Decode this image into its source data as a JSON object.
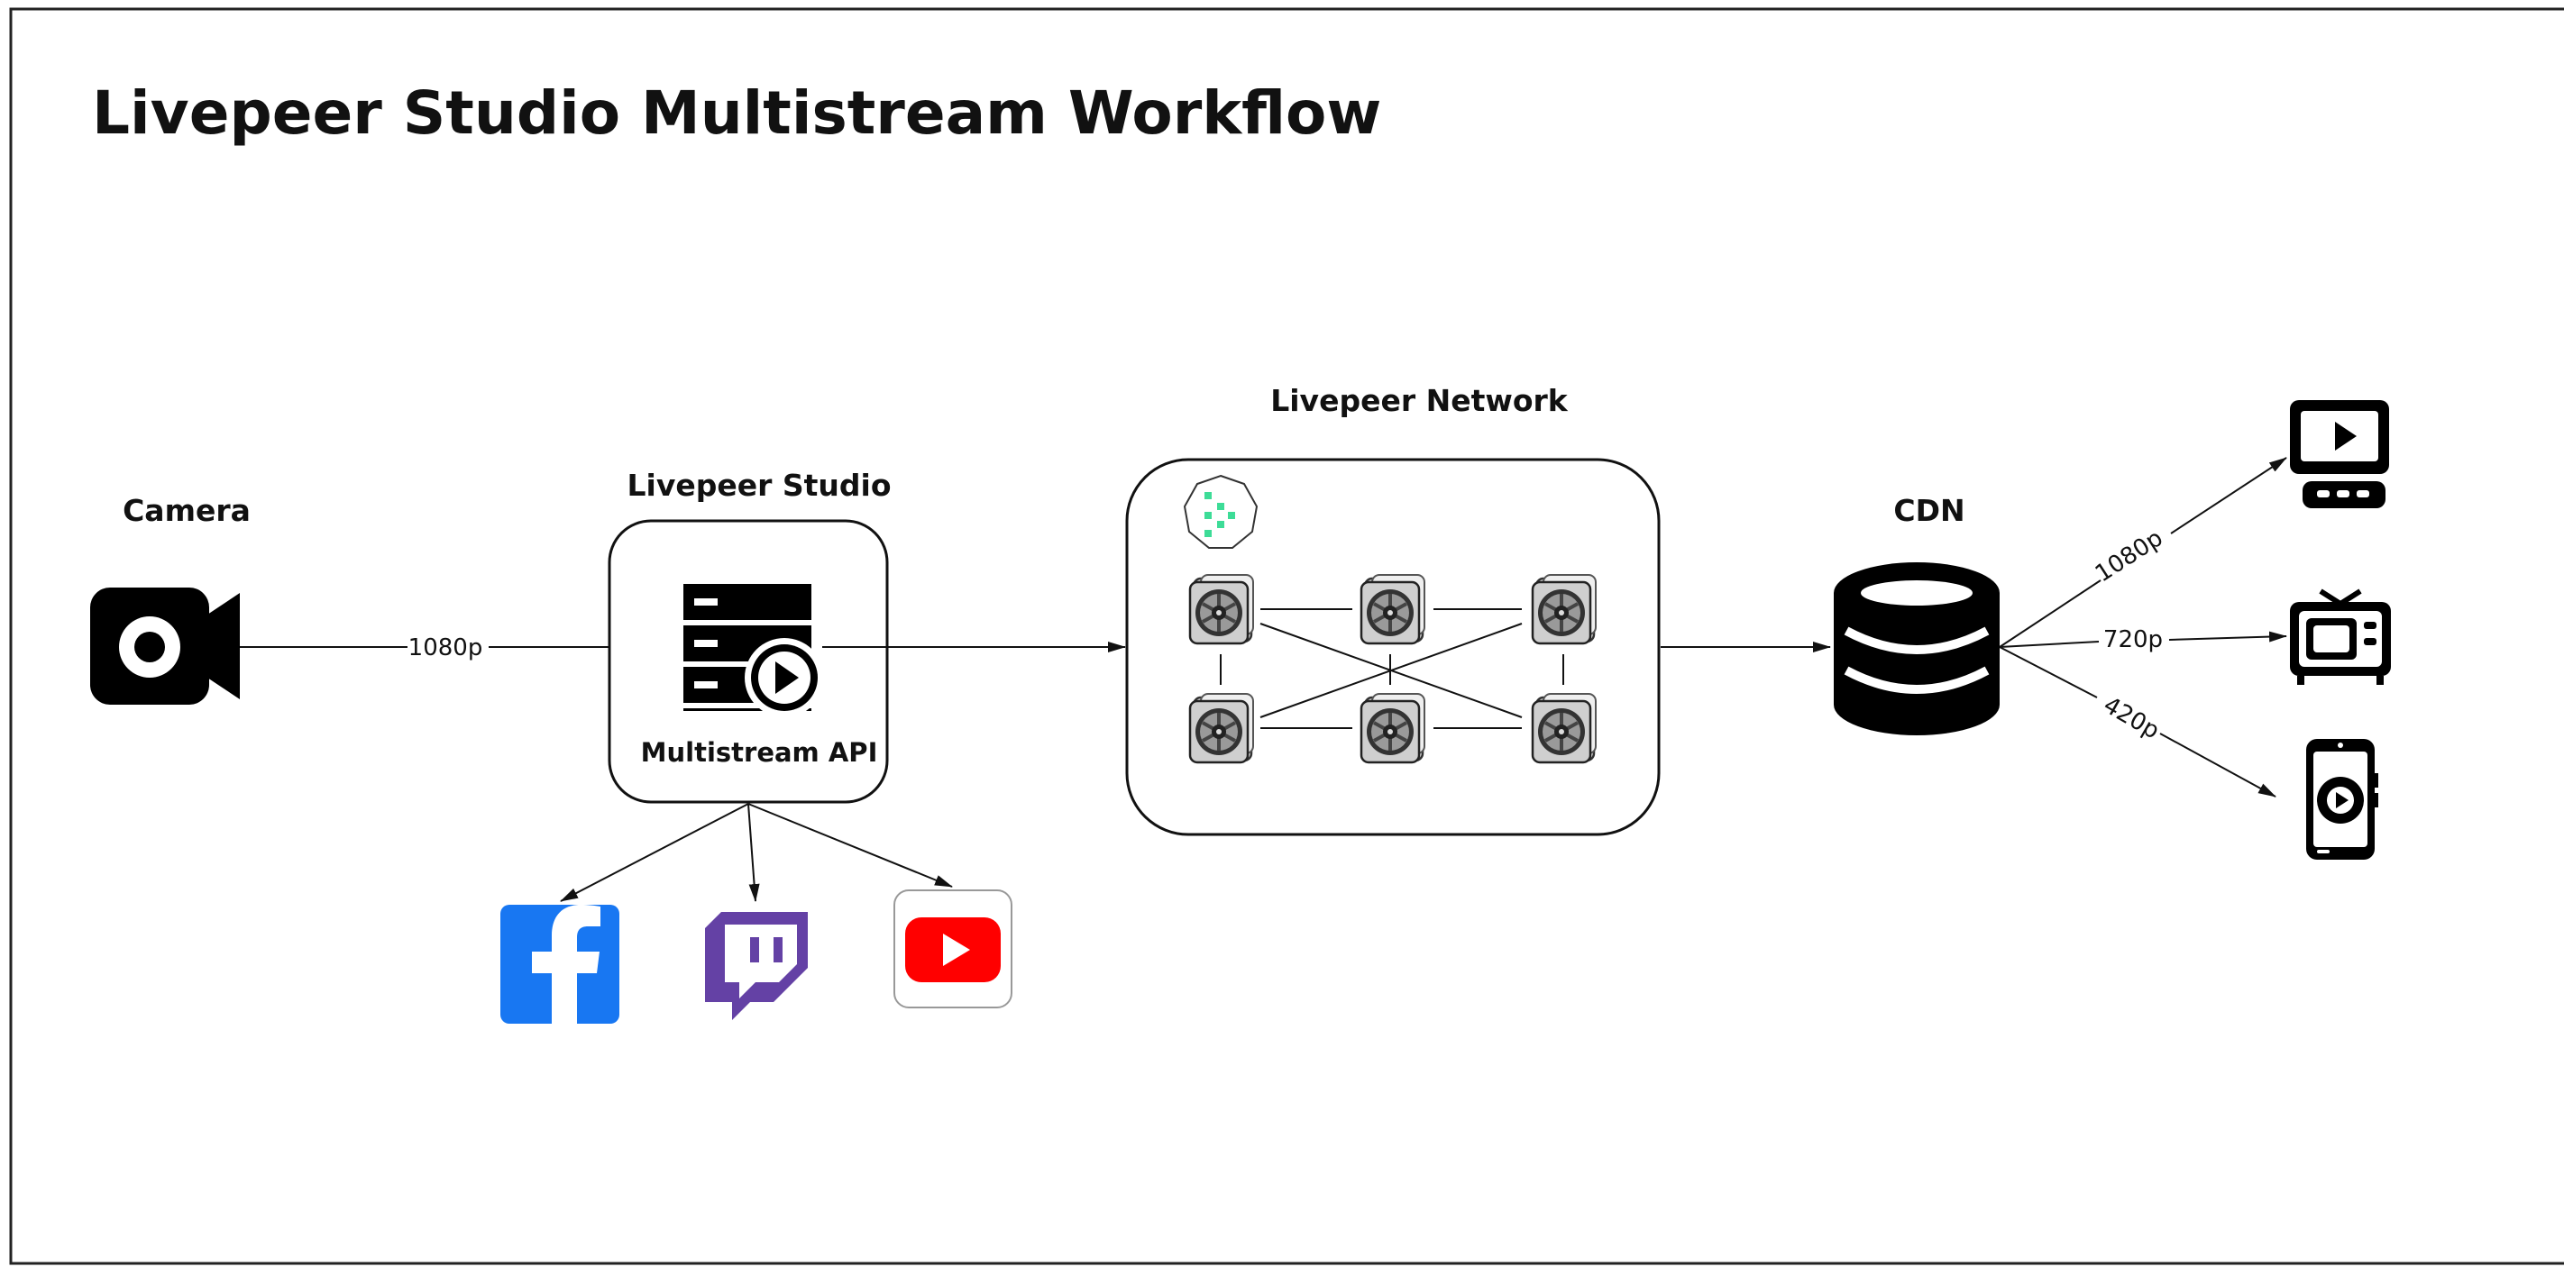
{
  "title": "Livepeer Studio Multistream Workflow",
  "nodes": {
    "camera": {
      "label": "Camera",
      "icon": "video-camera-icon"
    },
    "studio": {
      "label": "Livepeer Studio",
      "inner_label": "Multistream API",
      "icon": "stream-server-icon"
    },
    "network": {
      "label": "Livepeer Network",
      "logo": "livepeer-logo-icon",
      "gpu_icon": "gpu-card-icon",
      "gpu_count": 6
    },
    "cdn": {
      "label": "CDN",
      "icon": "database-icon"
    }
  },
  "edges": {
    "camera_to_studio": "1080p",
    "cdn_to_desktop": "1080p",
    "cdn_to_tv": "720p",
    "cdn_to_phone": "420p"
  },
  "destinations": {
    "platforms": [
      {
        "name": "facebook",
        "icon": "facebook-icon",
        "color": "#1877f2"
      },
      {
        "name": "twitch",
        "icon": "twitch-icon",
        "color": "#6441a5"
      },
      {
        "name": "youtube",
        "icon": "youtube-icon",
        "color": "#ff0000"
      }
    ],
    "devices": [
      {
        "name": "desktop",
        "icon": "desktop-monitor-icon"
      },
      {
        "name": "tv",
        "icon": "television-icon"
      },
      {
        "name": "phone",
        "icon": "smartphone-icon"
      }
    ]
  },
  "colors": {
    "stroke": "#111111",
    "livepeer_green": "#3ddc97",
    "facebook_blue": "#1877f2",
    "twitch_purple": "#6441a5",
    "youtube_red": "#ff0000"
  }
}
